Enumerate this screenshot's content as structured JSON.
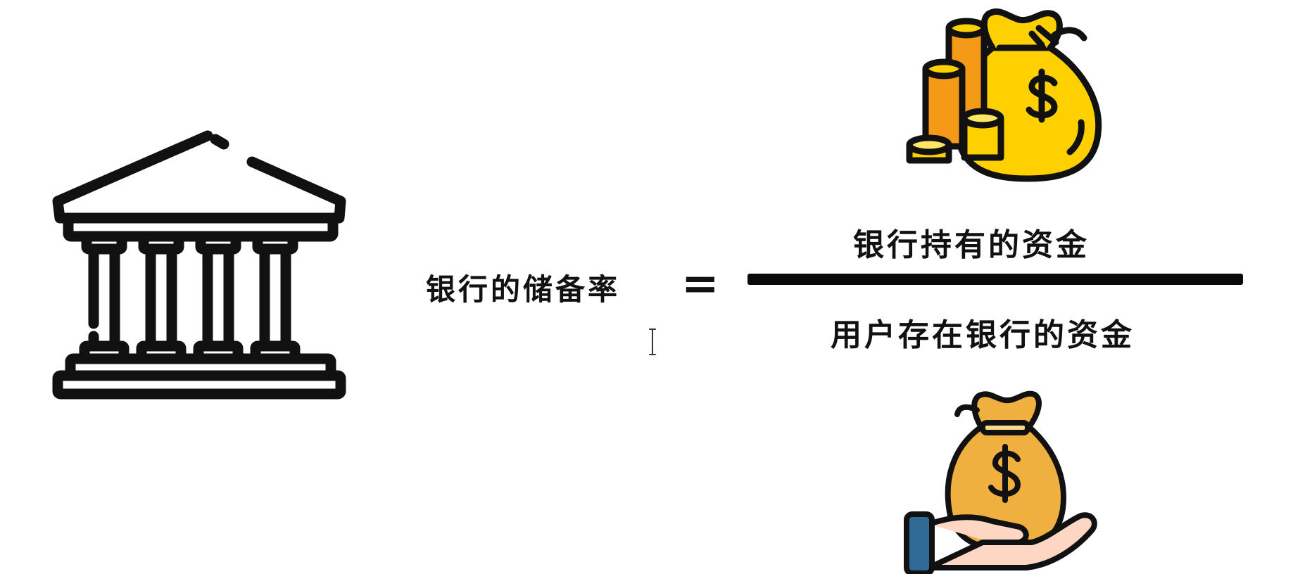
{
  "formula": {
    "lhs": "银行的储备率",
    "equals": "=",
    "numerator": "银行持有的资金",
    "denominator": "用户存在银行的资金"
  },
  "icons": {
    "bank": "bank-building-icon",
    "coins_and_bag": "coins-money-bag-icon",
    "hand_with_bag": "hand-holding-money-bag-icon",
    "cursor": "text-cursor-icon"
  },
  "colors": {
    "outline": "#111111",
    "gold": "#FFD000",
    "orange": "#F59A16",
    "bag_tan": "#F0B040",
    "skin": "#FDD6C4",
    "sleeve": "#2E6A94"
  }
}
